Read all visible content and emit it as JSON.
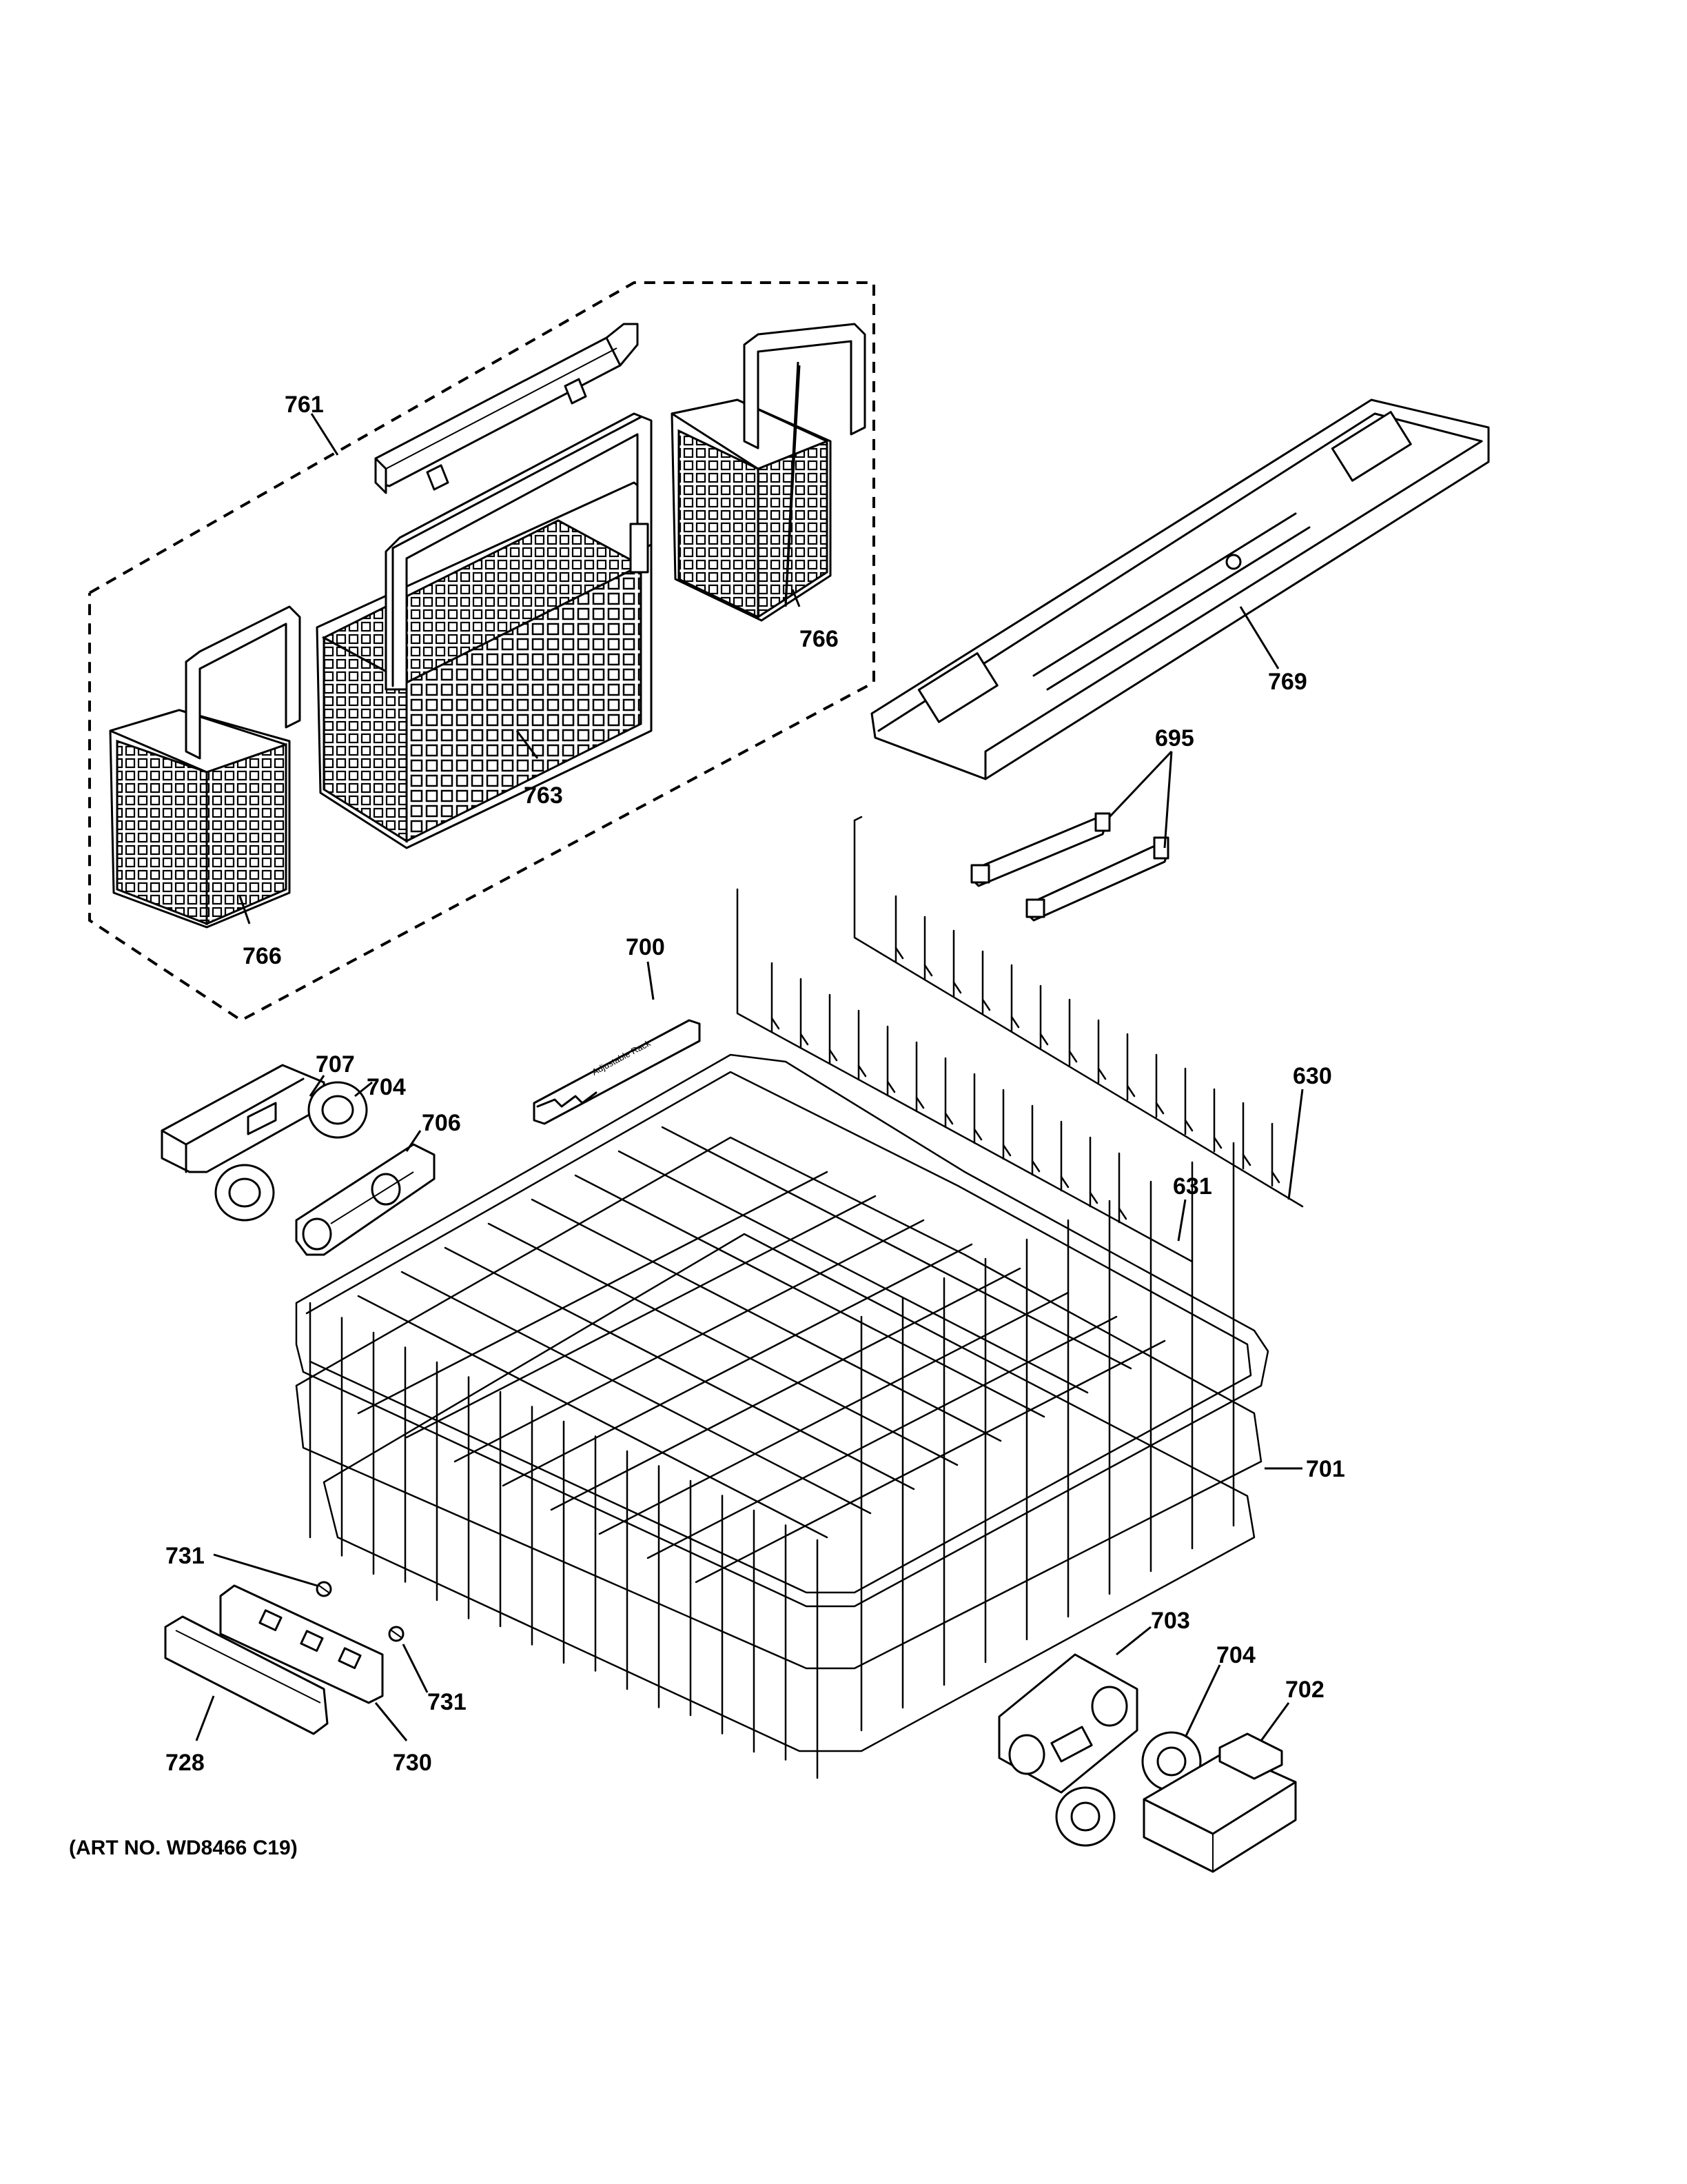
{
  "callouts": {
    "c761": "761",
    "c763": "763",
    "c766a": "766",
    "c766b": "766",
    "c769": "769",
    "c695": "695",
    "c700": "700",
    "c707": "707",
    "c704a": "704",
    "c706": "706",
    "c630": "630",
    "c631": "631",
    "c701": "701",
    "c731a": "731",
    "c731b": "731",
    "c703": "703",
    "c704b": "704",
    "c702": "702",
    "c728": "728",
    "c730": "730"
  },
  "art_number": "(ART NO. WD8466 C19)",
  "part_label": "Adjustable Rack"
}
